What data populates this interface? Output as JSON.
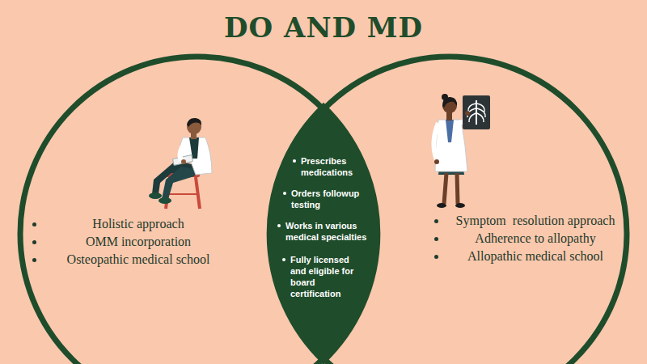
{
  "diagram": {
    "title": "DO AND MD",
    "nodes": [
      {
        "text": [
          "Holistic approach",
          "OMM incorporation",
          "Osteopathic medical school"
        ]
      },
      {
        "text": [
          "Symptom  resolution approach",
          "Adherence to allopathy",
          "Allopathic medical school"
        ]
      },
      {
        "text": [
          "Prescribes medications",
          "Orders followup testing",
          "Works in various medical specialties",
          "Fully licensed and eligible for board certification"
        ]
      }
    ]
  }
}
